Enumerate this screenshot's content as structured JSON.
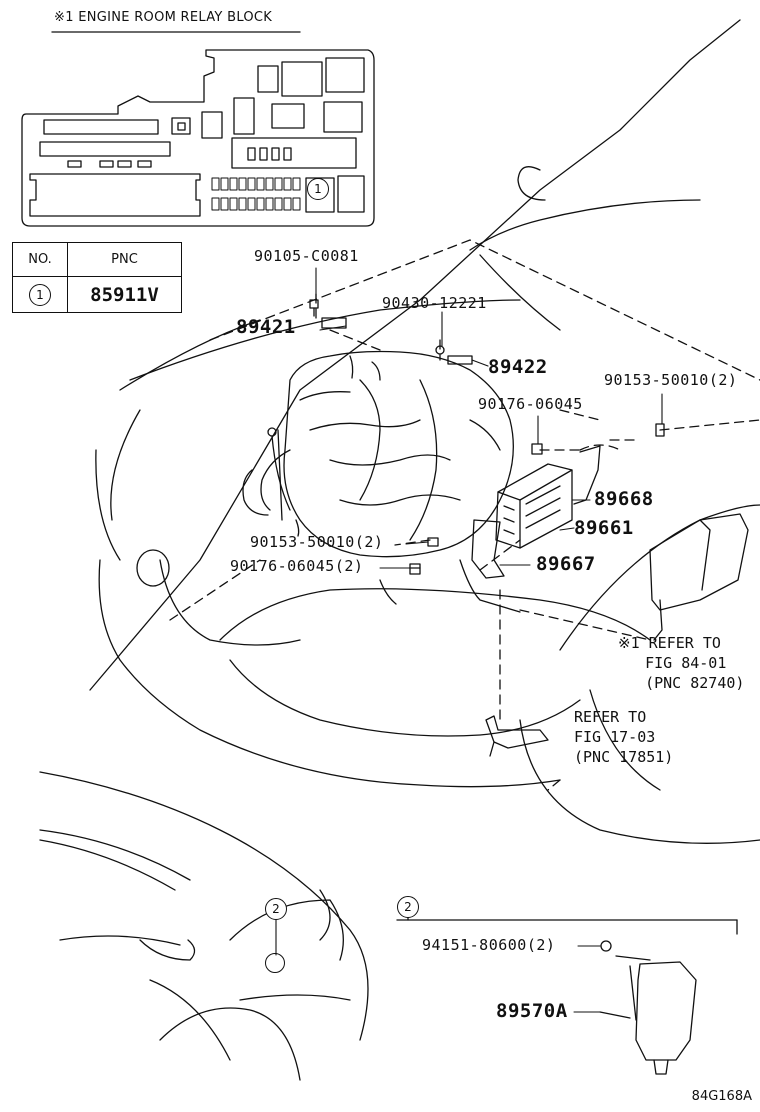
{
  "relay_block": {
    "title": "※1  ENGINE ROOM RELAY BLOCK",
    "marker": "1"
  },
  "pnc_table": {
    "headers": [
      "NO.",
      "PNC"
    ],
    "rows": [
      {
        "no": "1",
        "pnc": "85911V"
      }
    ]
  },
  "parts": {
    "p90105": "90105-C0081",
    "p89421": "89421",
    "p90430": "90430-12221",
    "p89422": "89422",
    "p90153_top": "90153-50010(2)",
    "p90176_top": "90176-06045",
    "p89668": "89668",
    "p89661": "89661",
    "p90153_mid": "90153-50010(2)",
    "p89667": "89667",
    "p90176_mid": "90176-06045(2)",
    "p94151": "94151-80600(2)",
    "p89570a": "89570A"
  },
  "references": {
    "ref_84": "※1 REFER TO\n   FIG 84-01\n   (PNC 82740)",
    "ref_17": "REFER TO\nFIG 17-03\n(PNC 17851)"
  },
  "callouts": {
    "location_marker": "2",
    "detail_marker": "2"
  },
  "diagram_code": "84G168A"
}
